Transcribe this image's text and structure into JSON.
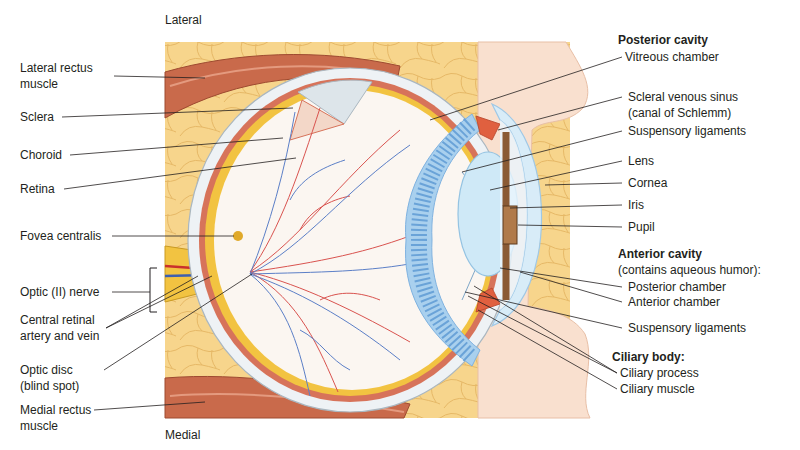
{
  "diagram": {
    "labels": [
      "Lateral",
      "Lateral rectus muscle",
      "Sclera",
      "Choroid",
      "Retina",
      "Fovea centralis",
      "Optic (II) nerve",
      "Central retinal artery and vein",
      "Optic disc (blind spot)",
      "Medial rectus muscle",
      "Medial",
      "Posterior cavity",
      "Vitreous chamber",
      "Scleral venous sinus (canal of Schlemm)",
      "Suspensory ligaments",
      "Lens",
      "Cornea",
      "Iris",
      "Pupil",
      "Anterior cavity",
      "(contains aqueous humor):",
      "Posterior chamber",
      "Anterior chamber",
      "Suspensory ligaments",
      "Ciliary body:",
      "Ciliary process",
      "Ciliary muscle"
    ]
  }
}
